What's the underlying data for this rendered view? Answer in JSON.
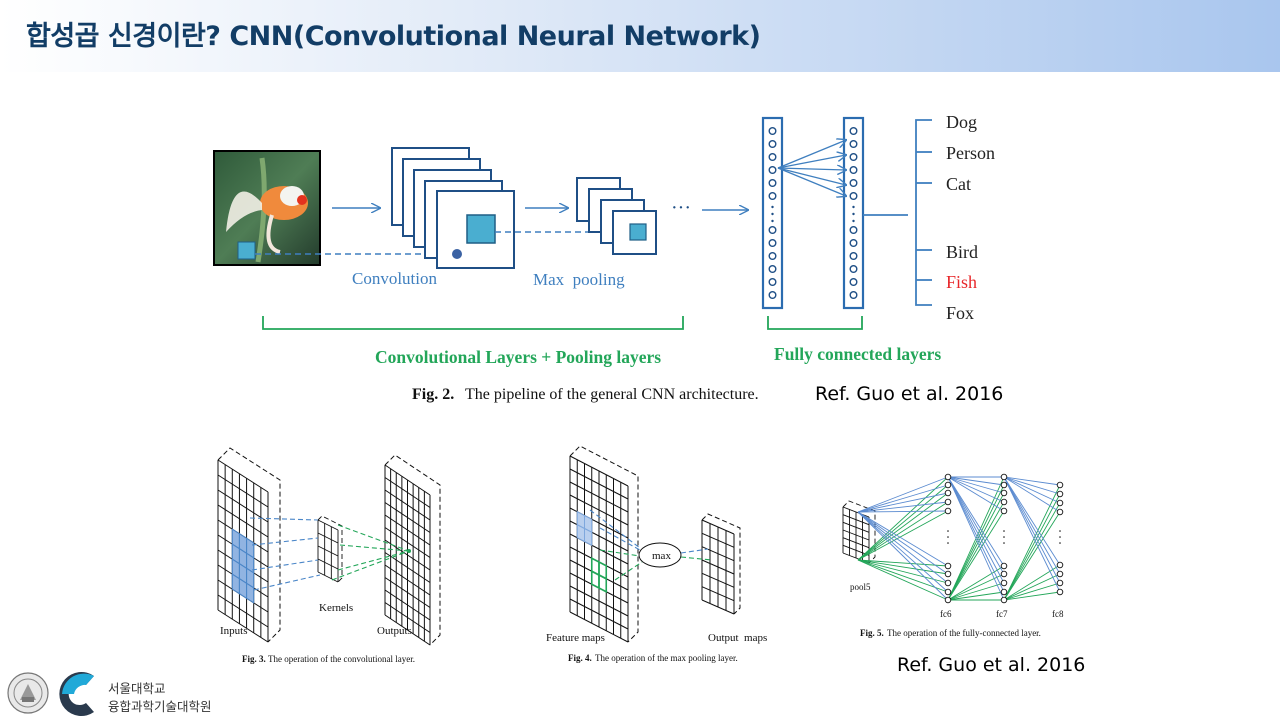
{
  "slide": {
    "title": "합성곱 신경이란? CNN(Convolutional Neural Network)"
  },
  "fig2": {
    "label_convolution": "Convolution",
    "label_max_pooling": "Max  pooling",
    "ellipsis": "···",
    "classes": [
      "Dog",
      "Person",
      "Cat",
      "Bird",
      "Fish",
      "Fox"
    ],
    "highlight_class": "Fish",
    "highlight_color": "#e8272a",
    "label_conv_pool_layers": "Convolutional Layers + Pooling layers",
    "label_fc_layers": "Fully connected layers",
    "caption_bold": "Fig. 2.",
    "caption_text": "The pipeline of the general CNN architecture.",
    "reference": "Ref. Guo et al. 2016"
  },
  "fig3": {
    "label_inputs": "Inputs",
    "label_kernels": "Kernels",
    "label_outputs": "Outputs",
    "caption_bold": "Fig. 3.",
    "caption_text": "The operation of the convolutional layer."
  },
  "fig4": {
    "label_feature_maps": "Feature maps",
    "label_max": "max",
    "label_output_maps": "Output  maps",
    "caption_bold": "Fig. 4.",
    "caption_text": "The operation of the max pooling layer."
  },
  "fig5": {
    "label_pool5": "pool5",
    "label_fc6": "fc6",
    "label_fc7": "fc7",
    "label_fc8": "fc8",
    "caption_bold": "Fig. 5.",
    "caption_text": "The operation of the fully-connected layer.",
    "reference": "Ref. Guo et al. 2016"
  },
  "footer": {
    "university": "서울대학교",
    "school": "융합과학기술대학원"
  },
  "colors": {
    "title": "#123d66",
    "diagram_blue": "#3f7fbf",
    "diagram_green": "#23a659",
    "kernel_blue": "#4a86c8"
  }
}
